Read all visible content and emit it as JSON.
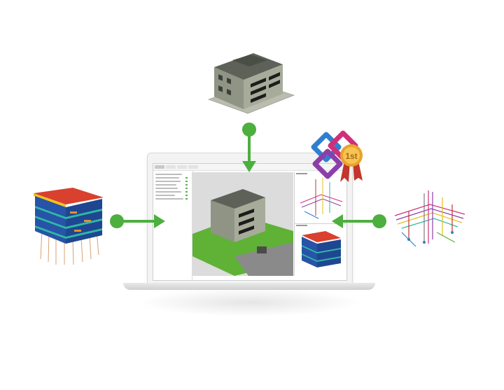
{
  "diagram": {
    "nodes": [
      {
        "id": "building-model",
        "role": "architectural model input"
      },
      {
        "id": "structural-model",
        "role": "structural model input"
      },
      {
        "id": "mep-model",
        "role": "MEP model input"
      },
      {
        "id": "viewer",
        "role": "BIM viewer application"
      }
    ],
    "edges": [
      {
        "from": "building-model",
        "to": "viewer"
      },
      {
        "from": "structural-model",
        "to": "viewer"
      },
      {
        "from": "mep-model",
        "to": "viewer"
      }
    ],
    "award_badge_text": "1st"
  },
  "colors": {
    "connector": "#4caf3e",
    "badge_blue": "#2f7fd0",
    "badge_purple": "#8b3fa8",
    "badge_magenta": "#d12f7a",
    "badge_gold": "#e9a229",
    "ribbon_red": "#c2362b",
    "structure_blue": "#2753a8",
    "structure_teal": "#2fb8a4",
    "roof_red": "#d9402e",
    "terrain_green": "#5fb236",
    "facade_grey": "#9a9e8f"
  },
  "icons": [
    "arrow-down-icon",
    "arrow-right-icon",
    "arrow-left-icon",
    "award-badge-icon"
  ]
}
